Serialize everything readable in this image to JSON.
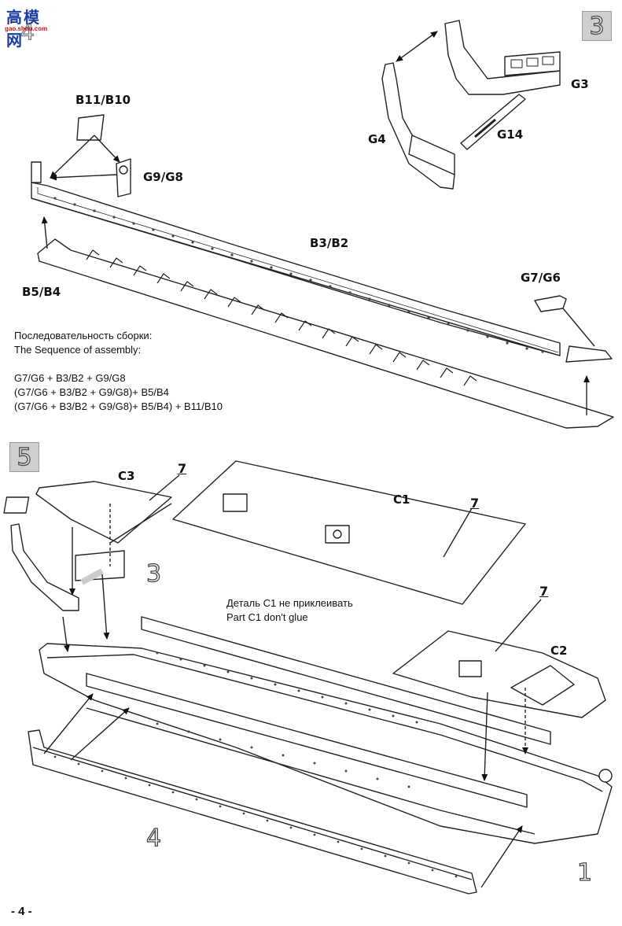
{
  "logo": {
    "cjk": "高模网",
    "url": "gao.shou.com"
  },
  "step4": {
    "number": "4",
    "parts": {
      "b11_b10": "B11/B10",
      "g9_g8": "G9/G8",
      "b3_b2": "B3/B2",
      "b5_b4": "B5/B4",
      "g7_g6": "G7/G6"
    },
    "sequence": {
      "title_ru": "Последовательность сборки:",
      "title_en": "The Sequence of assembly:",
      "lines": [
        "G7/G6 + B3/B2 + G9/G8",
        "(G7/G6 + B3/B2 + G9/G8)+ B5/B4",
        "(G7/G6 + B3/B2 + G9/G8)+ B5/B4) + B11/B10"
      ]
    }
  },
  "step3": {
    "number": "3",
    "parts": {
      "g3": "G3",
      "g4": "G4",
      "g14": "G14"
    }
  },
  "step5": {
    "number": "5",
    "parts": {
      "c1": "C1",
      "c2": "C2",
      "c3": "C3"
    },
    "paint_ref": "7",
    "note_ru": "Деталь С1 не приклеивать",
    "note_en": "Part C1 don't glue",
    "sub_refs": {
      "three": "3",
      "four": "4",
      "one": "1"
    }
  },
  "footer": {
    "page": "- 4 -"
  }
}
